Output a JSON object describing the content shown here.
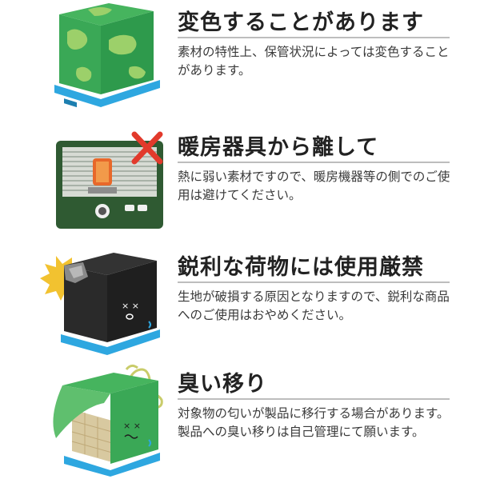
{
  "sections": [
    {
      "title": "変色することがあります",
      "description": "素材の特性上、保管状況によっては変色することがあります。",
      "illustration": "green-mottled-box-on-pallet"
    },
    {
      "title": "暖房器具から離して",
      "description": "熱に弱い素材ですので、暖房機器等の側でのご使用は避けてください。",
      "illustration": "kerosene-heater-crossed-out"
    },
    {
      "title": "鋭利な荷物には使用厳禁",
      "description": "生地が破損する原因となりますので、鋭利な商品へのご使用はおやめください。",
      "illustration": "torn-black-box-on-pallet"
    },
    {
      "title": "臭い移り",
      "description": "対象物の匂いが製品に移行する場合があります。製品への臭い移りは自己管理にて願います。",
      "illustration": "smelly-box-on-pallet"
    }
  ],
  "colors": {
    "cover_green": "#3aa856",
    "cover_light_green": "#9cd06a",
    "pallet_blue": "#2ea7e0",
    "cover_black": "#2a2a2a",
    "heater_green": "#2f5a32",
    "cross_red": "#e23a2c",
    "title": "#222222",
    "rule": "#bdbdbd"
  }
}
